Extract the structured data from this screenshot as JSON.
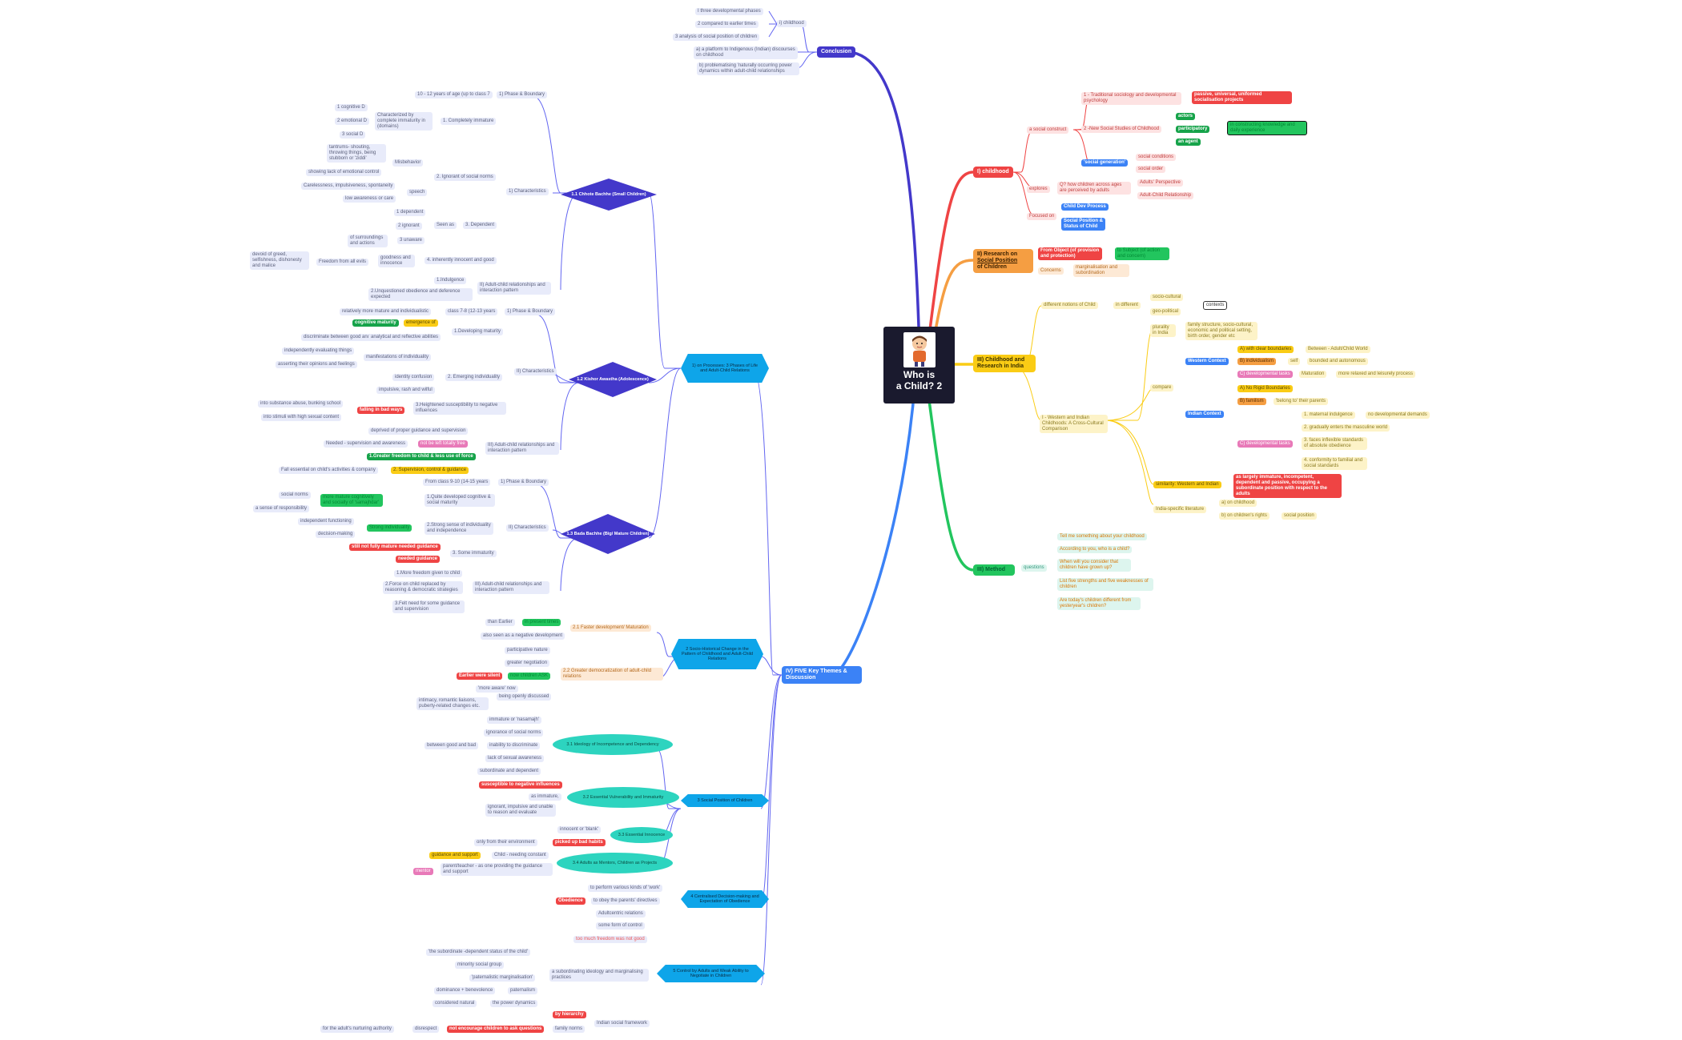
{
  "center": {
    "title_line1": "Who is",
    "title_line2": "a Child? 2",
    "icon": "child-cartoon-icon"
  },
  "conclusion": {
    "label": "Conclusion",
    "items": [
      "I three developmental phases",
      "2 compared to earlier times",
      "3 analysis of social position of children",
      "a) a platform to Indigenous (Indian) discourses on childhood",
      "b) problematising 'naturally occurring power dynamics within adult-child relationships"
    ],
    "childhood_label": "i) childhood"
  },
  "childhood": {
    "label": "I) childhood",
    "social_construct": "a social construct",
    "trad": "1 - Traditional sociology and developmental psychology",
    "passive": "passive, universal, uniformed socialisation projects",
    "new_studies": "2 -New Social Studies of Childhood",
    "actors": "actors",
    "participatory": "participatory",
    "agent": "an agent",
    "constructing": "in constructing knowledge and daily experience",
    "social_gen": "'social generation'",
    "conditions": "social conditions",
    "order": "social order",
    "explores": "explores",
    "how_children": "Q? how children across ages are perceived by adults",
    "adults_persp": "Adults' Perspective",
    "relationship": "Adult-Child Relationship",
    "focused": "Focused on",
    "dev_process": "Child Dev Process",
    "social_pos": "Social Position & Status of Child"
  },
  "research": {
    "label_1": "II) Research on",
    "label_2": "Social Position",
    "label_3": "of Children",
    "from_object": "From Object (of provision and protection)",
    "subject": "to Subject (of action and concern)",
    "concerns": "Concerns",
    "marginal": "marginalisation and subordination"
  },
  "india": {
    "label_1": "III) Childhood and",
    "label_2": "Research in India",
    "notions": "different notions of Child",
    "in_different": "in different",
    "socio": "socio-cultural",
    "geo": "geo-political",
    "contexts": "contexts",
    "plurality": "plurality in India",
    "family": "family structure, socio-cultural, economic and political setting, birth order, gender etc",
    "western_indian": "I - Western and Indian Childhoods: A Cross-Cultural Comparison",
    "compare": "compare",
    "western": "Western Context",
    "w1": "A) with clear boundaries",
    "w1b": "Between - Adult/Child World",
    "w2": "B) individualism",
    "self": "self",
    "w2b": "bounded and autonomous",
    "w3": "C) developmental tasks",
    "maturation": "Maturation",
    "w3b": "more relaxed and leisurely process",
    "indian": "Indian Context",
    "i1": "A) No Rigid Boundaries",
    "i2": "B) familism",
    "i2b": "'belong to' their parents",
    "i3": "C) developmental tasks",
    "t1": "1. maternal indulgence",
    "t1b": "no developmental demands",
    "t2": "2. gradually enters the masculine world",
    "t3": "3. faces inflexible standards of absolute obedience",
    "t4": "4. conformity to familial and social standards",
    "similarity": "similarity: Western and Indian",
    "similarity_b": "as largely immature, incompetent, dependent and passive, occupying a subordinate position with respect to the adults",
    "lit": "India-specific literature",
    "lit_a": "a) on childhood",
    "lit_b": "b) on children's rights",
    "social_pos": "social position"
  },
  "method": {
    "label": "III) Method",
    "questions": "questions",
    "q": [
      "Tell me something about your childhood",
      "According to you, who is a child?",
      "When will you consider that children have grown up?",
      "List five strengths and five weaknesses of children",
      "Are today's children different from yesteryear's children?"
    ]
  },
  "themes": {
    "label": "IV) FIVE Key Themes & Discussion",
    "t1": "1) on Processes: 3 Phases of Life and Adult-Child Relations",
    "t2": "2 Socio-Historical Change in the Pattern of Childhood and Adult-Child Relations",
    "t3": "3 Social Position of Children",
    "t4": "4 Centralised Decision-making and Expectation of Obedience",
    "t5": "5 Control by Adults and Weak Ability to Negotiate in Children"
  },
  "chhote": {
    "label": "1.1 Chhote Bachhe (Small Children)",
    "phase": "1) Phase & Boundary",
    "age": "10 - 12 years of age (up to class 7",
    "chars": "1) Characteristics",
    "immature": "1. Completely immature",
    "char_by": "Characterized by complete immaturity in (domains)",
    "cog": "1 cognitive D",
    "emo": "2 emotional D",
    "soc": "3 social D",
    "ignorant": "2. Ignorant of social norms",
    "misbehavior": "Misbehavior",
    "tantrums": "tantrums- shouting, throwing things, being stubborn or 'ziddi'",
    "lack": "showing lack of emotional control",
    "speech": "speech",
    "careless": "Carelessness, impulsiveness, spontaneity",
    "low_aware": "low awareness or care",
    "dependent": "3. Dependent",
    "seen_as": "Seen as",
    "s1": "1 dependent",
    "s2": "2 ignorant",
    "s3": "3 unaware",
    "s3b": "of surroundings and actions",
    "innocent": "4. inherently innocent and good",
    "goodness": "goodness and innocence",
    "freedom": "Freedom from all evils",
    "devoid": "devoid of greed, selfishness, dishonesty and malice",
    "adult": "II) Adult-child relationships and interaction pattern",
    "indulgence": "1.Indulgence",
    "unquestioned": "2.Unquestioned obedience and deference expected"
  },
  "kishor": {
    "label": "1.2 Kishor Awastha (Adolescence)",
    "phase": "1) Phase & Boundary",
    "class": "class 7-8 (12-13 years",
    "relatively": "relatively more mature and individualistic",
    "cog_mat": "cognitive maturity",
    "emergence": "emergence of",
    "developing": "1.Developing maturity",
    "discriminate": "discriminate between good and bad",
    "analytical": "analytical and reflective abilities",
    "chars": "II) Characteristics",
    "indep": "independently evaluating things",
    "manifest": "manifestations of individuality",
    "asserting": "asserting their opinions and feelings",
    "emerging": "2. Emerging individuality",
    "identity": "identity confusion",
    "impulsive": "impulsive, rash and wilful",
    "heightened": "3.Heightened susceptibility to negative influences",
    "substance": "into substance abuse, bunking school",
    "falling": "falling in bad ways",
    "stimuli": "into stimuli with high sexual content",
    "adult": "III) Adult-child relationships and interaction pattern",
    "deprived": "deprived of proper guidance and supervision",
    "needed": "Needed - supervision and awareness",
    "not_left": "not be left totally free",
    "greater": "1.Greater freedom to child & less use of force",
    "fall": "Fall essential on child's activities & company",
    "supervision": "2. Supervision, control & guidance"
  },
  "bada": {
    "label": "1.3 Bada Bachhe (Big/ Mature Children)",
    "phase": "1) Phase & Boundary",
    "class": "From class 9-10 (14-15 years",
    "chars": "II) Characteristics",
    "norms": "social norms",
    "sense": "a sense of responsibility",
    "more_mature": "more mature cognitively and socially of 'samajhdar'",
    "quite": "1.Quite developed cognitive & social maturity",
    "indep_func": "independent functioning",
    "strong": "Strong individuality",
    "decision": "decision-making",
    "sense_ind": "2.Strong sense of individuality and independence",
    "still": "still not fully mature needed guidance",
    "needed_g": "needed guidance",
    "some_imm": "3. Some immaturity",
    "adult": "III) Adult-child relationships and interaction pattern",
    "more_free": "1.More freedom given to child",
    "force": "2.Force on child replaced by reasoning & democratic strategies",
    "felt": "3.Felt need for some guidance and supervision"
  },
  "hist": {
    "faster": "2.1 Faster development/ Maturation",
    "than": "than Earlier",
    "present": "in present times",
    "also": "also seen as a negative development",
    "greater_dem": "2.2 Greater democratization of adult-child relations",
    "participative": "participative nature",
    "negotiation": "greater negotiation",
    "earlier": "Earlier were silent",
    "now_ask": "now children ASK",
    "aware": "'more aware' now",
    "openly": "being openly discussed",
    "intimacy": "intimacy, romantic liaisons, puberty-related changes etc."
  },
  "social_pos": {
    "t31": "3.1 Ideology of Incompetence and Dependency",
    "immature": "immature or 'nasamajh'",
    "ignorance": "ignorance of social norms",
    "between": "between good and bad",
    "inability": "inability to discriminate",
    "lack_sex": "lack of sexual awareness",
    "subordinate": "subordinate and dependent",
    "t32": "3.2 Essential Vulnerability and Immaturity",
    "susceptible": "susceptible to negative influences",
    "as_imm": "as immature,",
    "ignorant": "ignorant, impulsive and unable to reason and evaluate",
    "t33": "3.3 Essential Innocence",
    "innocent": "innocent or 'blank'",
    "only": "only from their environment",
    "picked": "picked up bad habits",
    "t34": "3.4 Adults as Mentors, Children as Projects",
    "guidance": "guidance and support",
    "needing": "Child - needing constant",
    "parent": "parent/teacher - as one providing the guidance and support",
    "mentor": "mentor"
  },
  "central": {
    "obedience": "Obedience",
    "perform": "to perform various kinds of 'work'",
    "obey": "to obey the parents' directives",
    "adultcentric": "Adultcentric relations"
  },
  "control": {
    "some_form": "some form of control",
    "too_much": "too much freedom was not good",
    "subordinate_id": "a subordinating ideology and marginalising practices",
    "sub_dep": "'the subordinate -dependent status of the child'",
    "minority": "minority social group",
    "paternalistic": "'paternalistic marginalisation'",
    "dominance": "dominance + benevolence",
    "paternalism": "paternalism",
    "considered": "considered natural",
    "power": "the power dynamics",
    "indian_frame": "Indian social framework",
    "hierarchy": "by hierarchy",
    "family_norms": "family norms",
    "not_encourage": "not encourage children to ask questions",
    "disrespect": "disrespect",
    "for_adult": "for the adult's nurturing authority"
  },
  "colors": {
    "conclusion": "#4338ca",
    "childhood": "#ef4444",
    "research": "#f59e42",
    "india": "#facc15",
    "method": "#22c55e",
    "themes": "#3b82f6"
  }
}
